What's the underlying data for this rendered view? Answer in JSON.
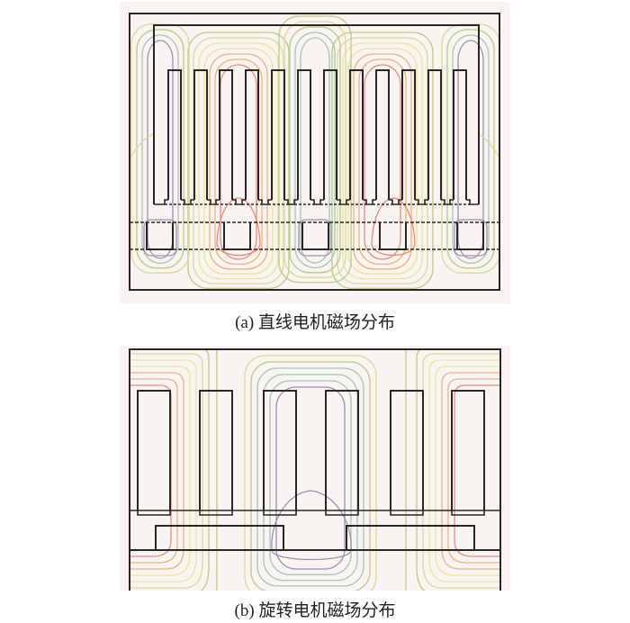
{
  "figure": {
    "panel_a": {
      "caption": "(a)  直线电机磁场分布",
      "slot_count": 12,
      "mover_block_count": 5
    },
    "panel_b": {
      "caption": "(b)  旋转电机磁场分布",
      "tooth_count": 6,
      "rotor_block_count": 2
    },
    "colors": {
      "background": "#f7f4f1",
      "outline": "#2a2626",
      "red": "#ee8a78",
      "orange": "#f2b07a",
      "yellow": "#efe39a",
      "light_green": "#d6dc9c",
      "green": "#bccb86",
      "teal": "#a9c6b4",
      "purple": "#9a92b2"
    }
  }
}
